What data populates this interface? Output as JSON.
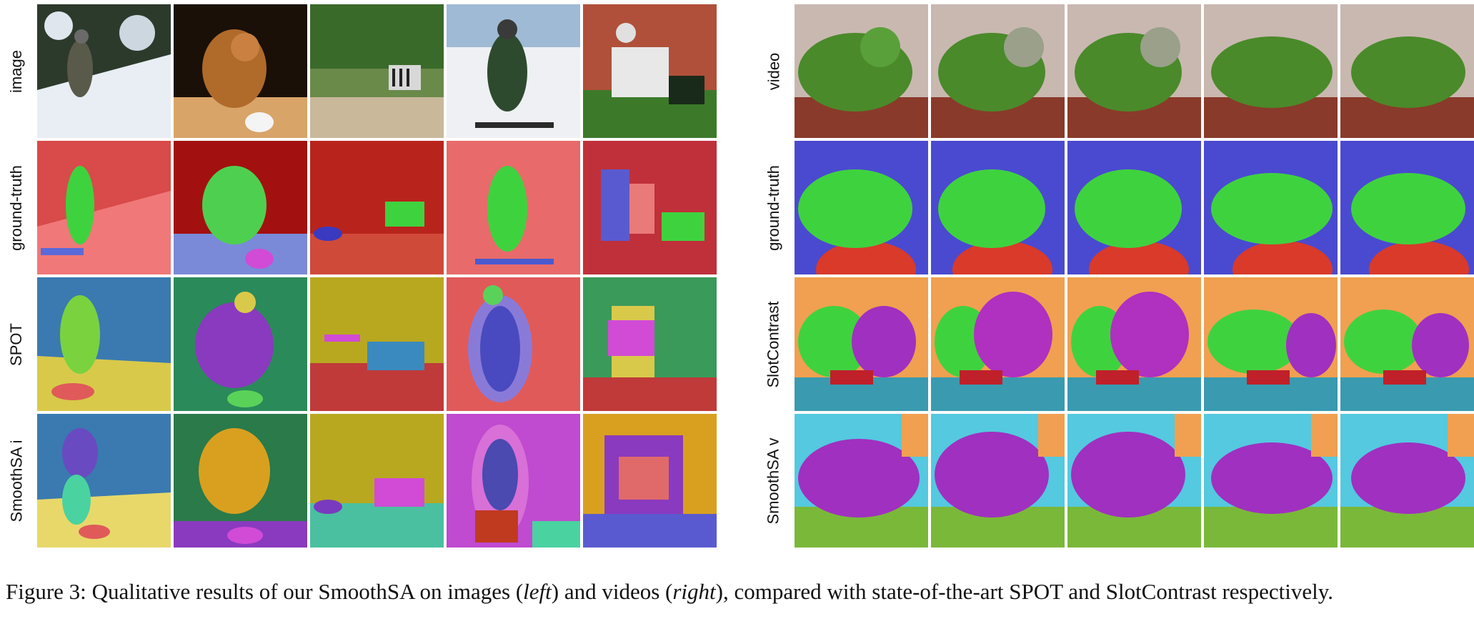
{
  "left_panel": {
    "rows": [
      {
        "label": "image"
      },
      {
        "label": "ground-truth"
      },
      {
        "label": "SPOT"
      },
      {
        "label": "SmoothSA i"
      }
    ]
  },
  "right_panel": {
    "rows": [
      {
        "label": "video"
      },
      {
        "label": "ground-truth"
      },
      {
        "label": "SlotContrast"
      },
      {
        "label": "SmoothSA v"
      }
    ]
  },
  "caption": {
    "figure_label": "Figure 3:",
    "text_1": " Qualitative results of our SmoothSA on images (",
    "left_word": "left",
    "text_2": ") and videos (",
    "right_word": "right",
    "text_3": "), compared with state-of-the-art SPOT and SlotContrast respectively."
  },
  "palette": {
    "red_bg": "#e05a5a",
    "dark_red": "#a31010",
    "green": "#3fd23f",
    "blue": "#3a6fbf",
    "yellow": "#d9c94a",
    "purple": "#8a2fbf",
    "magenta": "#d14bd6",
    "orange": "#f0a050",
    "cyan": "#54c9e0"
  }
}
